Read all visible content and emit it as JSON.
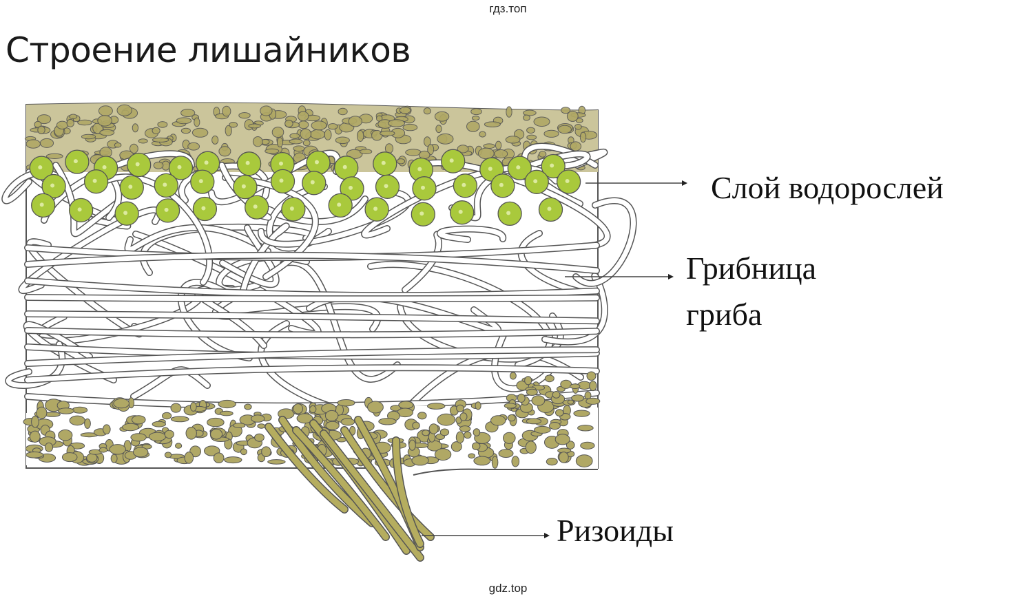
{
  "watermark_top": "гдз.топ",
  "watermark_bottom": "gdz.top",
  "title": "Строение лишайников",
  "labels": {
    "algae_layer": "Слой водорослей",
    "fungal_mycelium_line1": "Грибница",
    "fungal_mycelium_line2": "гриба",
    "rhizoids": "Ризоиды"
  },
  "colors": {
    "upper_cortex": "#cbc59b",
    "algae_cell": "#a9c93c",
    "lower_cortex_cell": "#b0a865",
    "hypha_fill": "#ffffff",
    "outline": "#555555",
    "rhizoid": "#b5ad5f"
  }
}
